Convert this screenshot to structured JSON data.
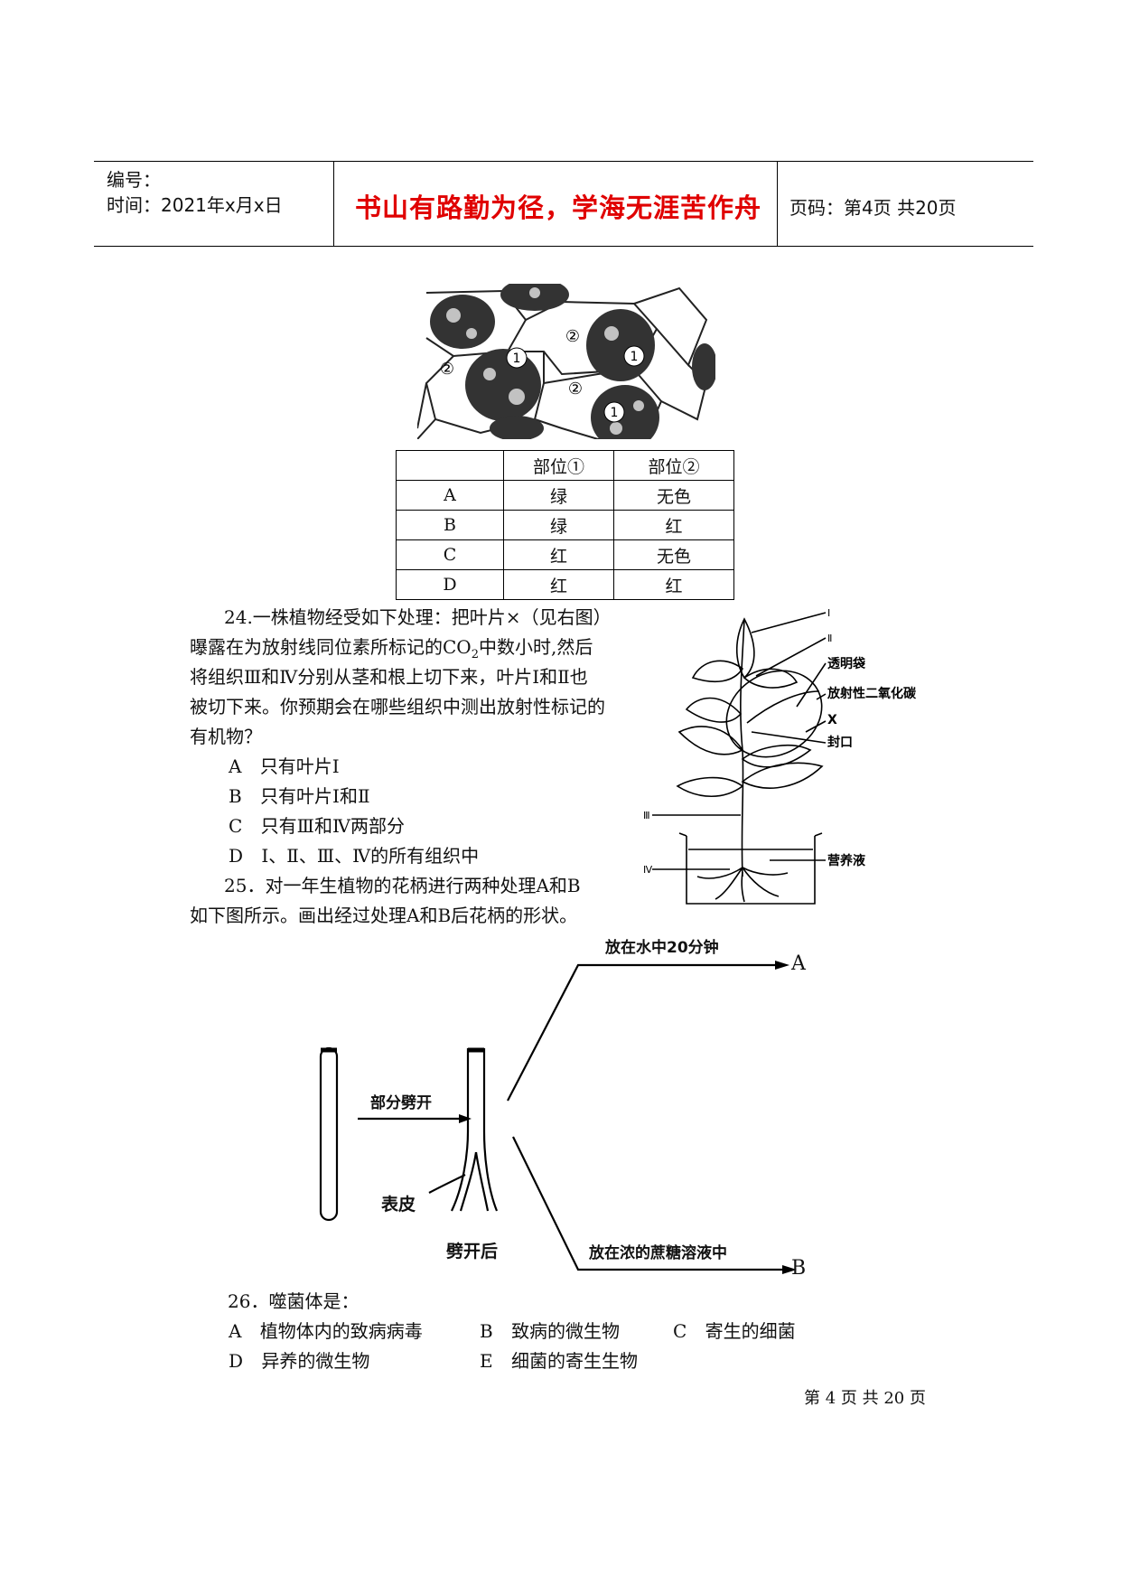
{
  "header": {
    "line1": "编号：",
    "line2": "时间：2021年x月x日",
    "motto": "书山有路勤为径，学海无涯苦作舟",
    "pageinfo": "页码：第4页  共20页"
  },
  "cell_figure": {
    "label1": "1",
    "label2": "②"
  },
  "table": {
    "headers": [
      "",
      "部位①",
      "部位②"
    ],
    "rows": [
      [
        "A",
        "绿",
        "无色"
      ],
      [
        "B",
        "绿",
        "红"
      ],
      [
        "C",
        "红",
        "无色"
      ],
      [
        "D",
        "红",
        "红"
      ]
    ]
  },
  "q24": {
    "line1": "24.一株植物经受如下处理：把叶片×（见右图）",
    "line2a": "曝露在为放射线同位素所标记的CO",
    "line2sub": "2",
    "line2b": "中数小时,然后",
    "line3": "将组织Ⅲ和Ⅳ分别从茎和根上切下来，叶片Ⅰ和Ⅱ也",
    "line4": "被切下来。你预期会在哪些组织中测出放射性标记的",
    "line5": "有机物？",
    "options": [
      {
        "key": "A",
        "text": "只有叶片Ⅰ"
      },
      {
        "key": "B",
        "text": "只有叶片Ⅰ和Ⅱ"
      },
      {
        "key": "C",
        "text": "只有Ⅲ和Ⅳ两部分"
      },
      {
        "key": "D",
        "text": "Ⅰ、Ⅱ、Ⅲ、Ⅳ的所有组织中"
      }
    ]
  },
  "plant_figure": {
    "labels": {
      "I": "Ⅰ",
      "II": "Ⅱ",
      "III": "Ⅲ",
      "IV": "Ⅳ",
      "bag": "透明袋",
      "co2": "放射性二氧化碳",
      "x": "X",
      "seal": "封口",
      "nutrient": "营养液"
    }
  },
  "q25": {
    "line1": "25．对一年生植物的花柄进行两种处理A和B",
    "line2": "如下图所示。画出经过处理A和B后花柄的形状。"
  },
  "stem_figure": {
    "split_label": "部分劈开",
    "epidermis_label": "表皮",
    "after_label": "劈开后",
    "water_label": "放在水中20分钟",
    "sugar_label": "放在浓的蔗糖溶液中",
    "out_a": "A",
    "out_b": "B"
  },
  "q26": {
    "stem": "26．噬菌体是：",
    "options": [
      {
        "key": "A",
        "text": "植物体内的致病病毒"
      },
      {
        "key": "B",
        "text": "致病的微生物"
      },
      {
        "key": "C",
        "text": "寄生的细菌"
      },
      {
        "key": "D",
        "text": "异养的微生物"
      },
      {
        "key": "E",
        "text": "细菌的寄生生物"
      }
    ]
  },
  "footer": {
    "text": "第 4 页 共 20 页"
  }
}
